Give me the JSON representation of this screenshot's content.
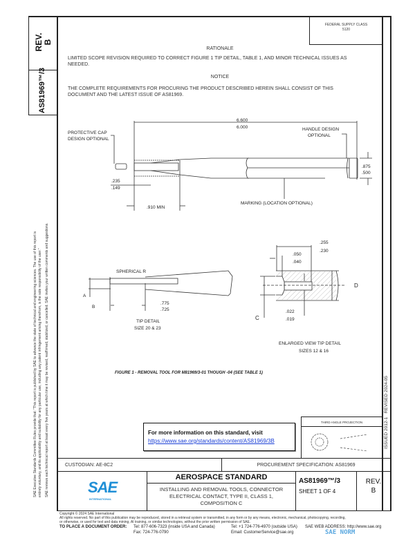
{
  "side": {
    "rev_label": "REV.",
    "rev_value": "B",
    "doc_number": "AS81969™/3",
    "disclaimer_1": "SAE Executive Standards Committee Rules provide that: \"This report is published by SAE to advance the state of technical and engineering sciences. The use of this report is",
    "disclaimer_2": "entirely voluntary, and its applicability and suitability for any particular use, including any patent infringement arising therefrom, is the sole responsibility of the user.\"",
    "disclaimer_3": "SAE reviews each technical report at least every five years at which time it may be revised, reaffirmed, stabilized, or cancelled. SAE invites your written comments and suggestions.",
    "issued": "ISSUED 2012-1",
    "revised": "REVISED 2024-05"
  },
  "fsc": {
    "label": "FEDERAL SUPPLY CLASS",
    "value": "5120"
  },
  "rationale": {
    "heading": "RATIONALE",
    "text": "LIMITED SCOPE REVISION REQUIRED TO CORRECT FIGURE 1 TIP DETAIL, TABLE 1, AND MINOR TECHNICAL ISSUES AS NEEDED."
  },
  "notice": {
    "heading": "NOTICE",
    "text": "THE COMPLETE REQUIREMENTS FOR PROCURING THE PRODUCT DESCRIBED HEREIN SHALL CONSIST OF THIS DOCUMENT AND THE LATEST ISSUE OF AS81969."
  },
  "drawing": {
    "protective_cap": "PROTECTIVE CAP",
    "design_optional": "DESIGN OPTIONAL",
    "len_max": "6.600",
    "len_min": "6.000",
    "handle_1": "HANDLE DESIGN",
    "handle_2": "OPTIONAL",
    "dia_max": ".875",
    "dia_min": ".500",
    "tip_max": ".235",
    "tip_min": ".149",
    "min_len": ".910 MIN",
    "marking": "MARKING (LOCATION OPTIONAL)",
    "spherical": "SPHERICAL R",
    "a": "A",
    "b": "B",
    "t_max": ".775",
    "t_min": ".725",
    "tip_detail": "TIP DETAIL",
    "tip_sizes": "SIZE 20 & 23",
    "e1_max": ".255",
    "e1_min": ".230",
    "e2_max": ".050",
    "e2_min": ".040",
    "e3_max": ".022",
    "e3_min": ".019",
    "c": "C",
    "d": "D",
    "enlarged": "ENLARGED VIEW TIP DETAIL",
    "enlarged_sizes": "SIZES 12 & 16",
    "caption": "FIGURE 1 - REMOVAL TOOL FOR M81969/3-01 THOUGH -04 (SEE TABLE 1)"
  },
  "info": {
    "text": "For more information on this standard, visit",
    "link": "https://www.sae.org/standards/content/AS81969/3B"
  },
  "projection": {
    "label": "THIRD ANGLE PROJECTION"
  },
  "title_block": {
    "custodian": "CUSTODIAN: AE-8C2",
    "procurement": "PROCUREMENT SPECIFICATION: AS81969",
    "logo": "SAE",
    "logo_sub": "INTERNATIONAL",
    "header": "AEROSPACE STANDARD",
    "title_1": "INSTALLING AND REMOVAL TOOLS, CONNECTOR",
    "title_2": "ELECTRICAL CONTACT, TYPE II, CLASS 1,",
    "title_3": "COMPOSITION C",
    "doc_number": "AS81969™/3",
    "sheet": "SHEET 1 OF 4",
    "rev_label": "REV.",
    "rev_value": "B"
  },
  "footer": {
    "copyright": "Copyright © 2024 SAE International",
    "rights_1": "All rights reserved. No part of this publication may be reproduced, stored in a retrieval system or transmitted, in any form or by any means, electronic, mechanical, photocopying, recording,",
    "rights_2": "or otherwise, or used for text and data mining, AI training, or similar technologies, without the prior written permission of SAE.",
    "order": "TO PLACE A DOCUMENT ORDER:",
    "tel1": "Tel: 877-606-7323 (inside USA and Canada)",
    "tel2": "Tel: +1 724-776-4970 (outside USA)",
    "fax": "Fax: 724-776-0790",
    "email": "Email: CustomerService@sae.org",
    "web": "SAE WEB ADDRESS: http://www.sae.org",
    "watermark": "SAE NORM"
  },
  "colors": {
    "sae_blue": "#1f8fd6",
    "link": "#1a3fd6"
  }
}
